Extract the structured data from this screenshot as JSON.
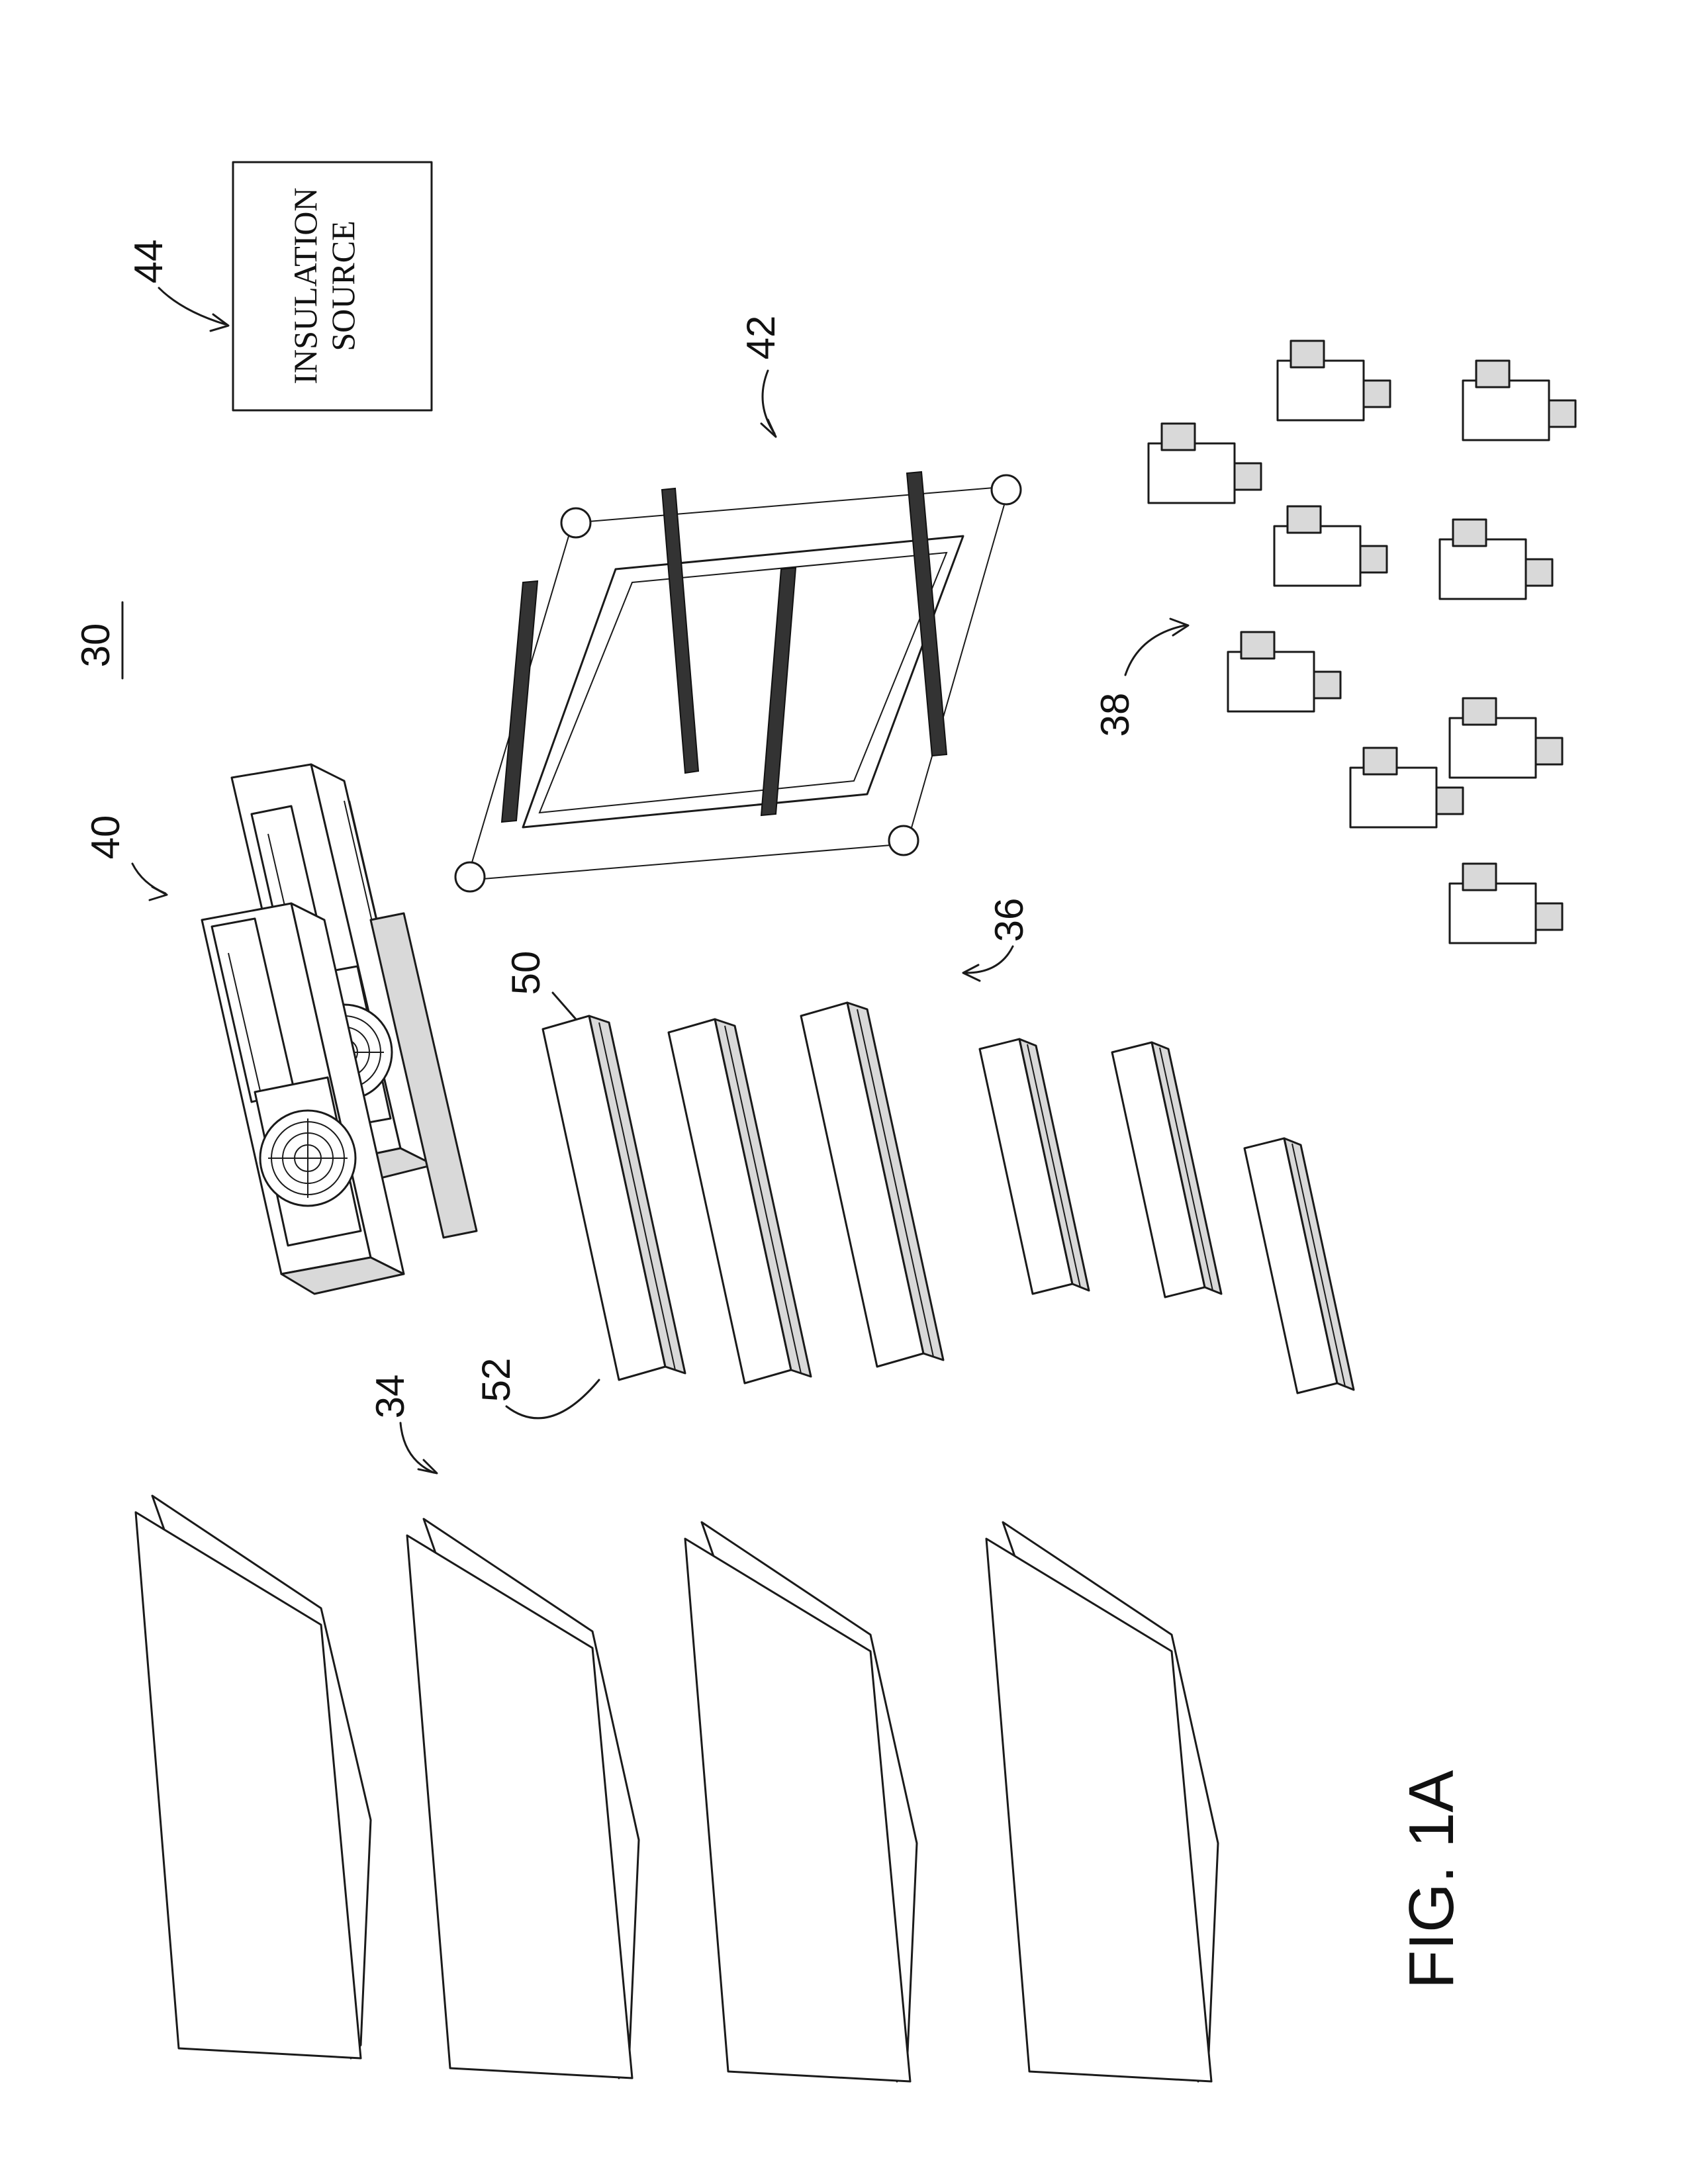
{
  "figure_label": "FIG. 1A",
  "insulation_box": {
    "line1": "INSULATION",
    "line2": "SOURCE"
  },
  "reference_numerals": {
    "system": "30",
    "panels": "34",
    "beams": "36",
    "connectors": "38",
    "hvac_units": "40",
    "frame": "42",
    "insulation_source": "44",
    "beam_top": "50",
    "beam_end": "52"
  }
}
